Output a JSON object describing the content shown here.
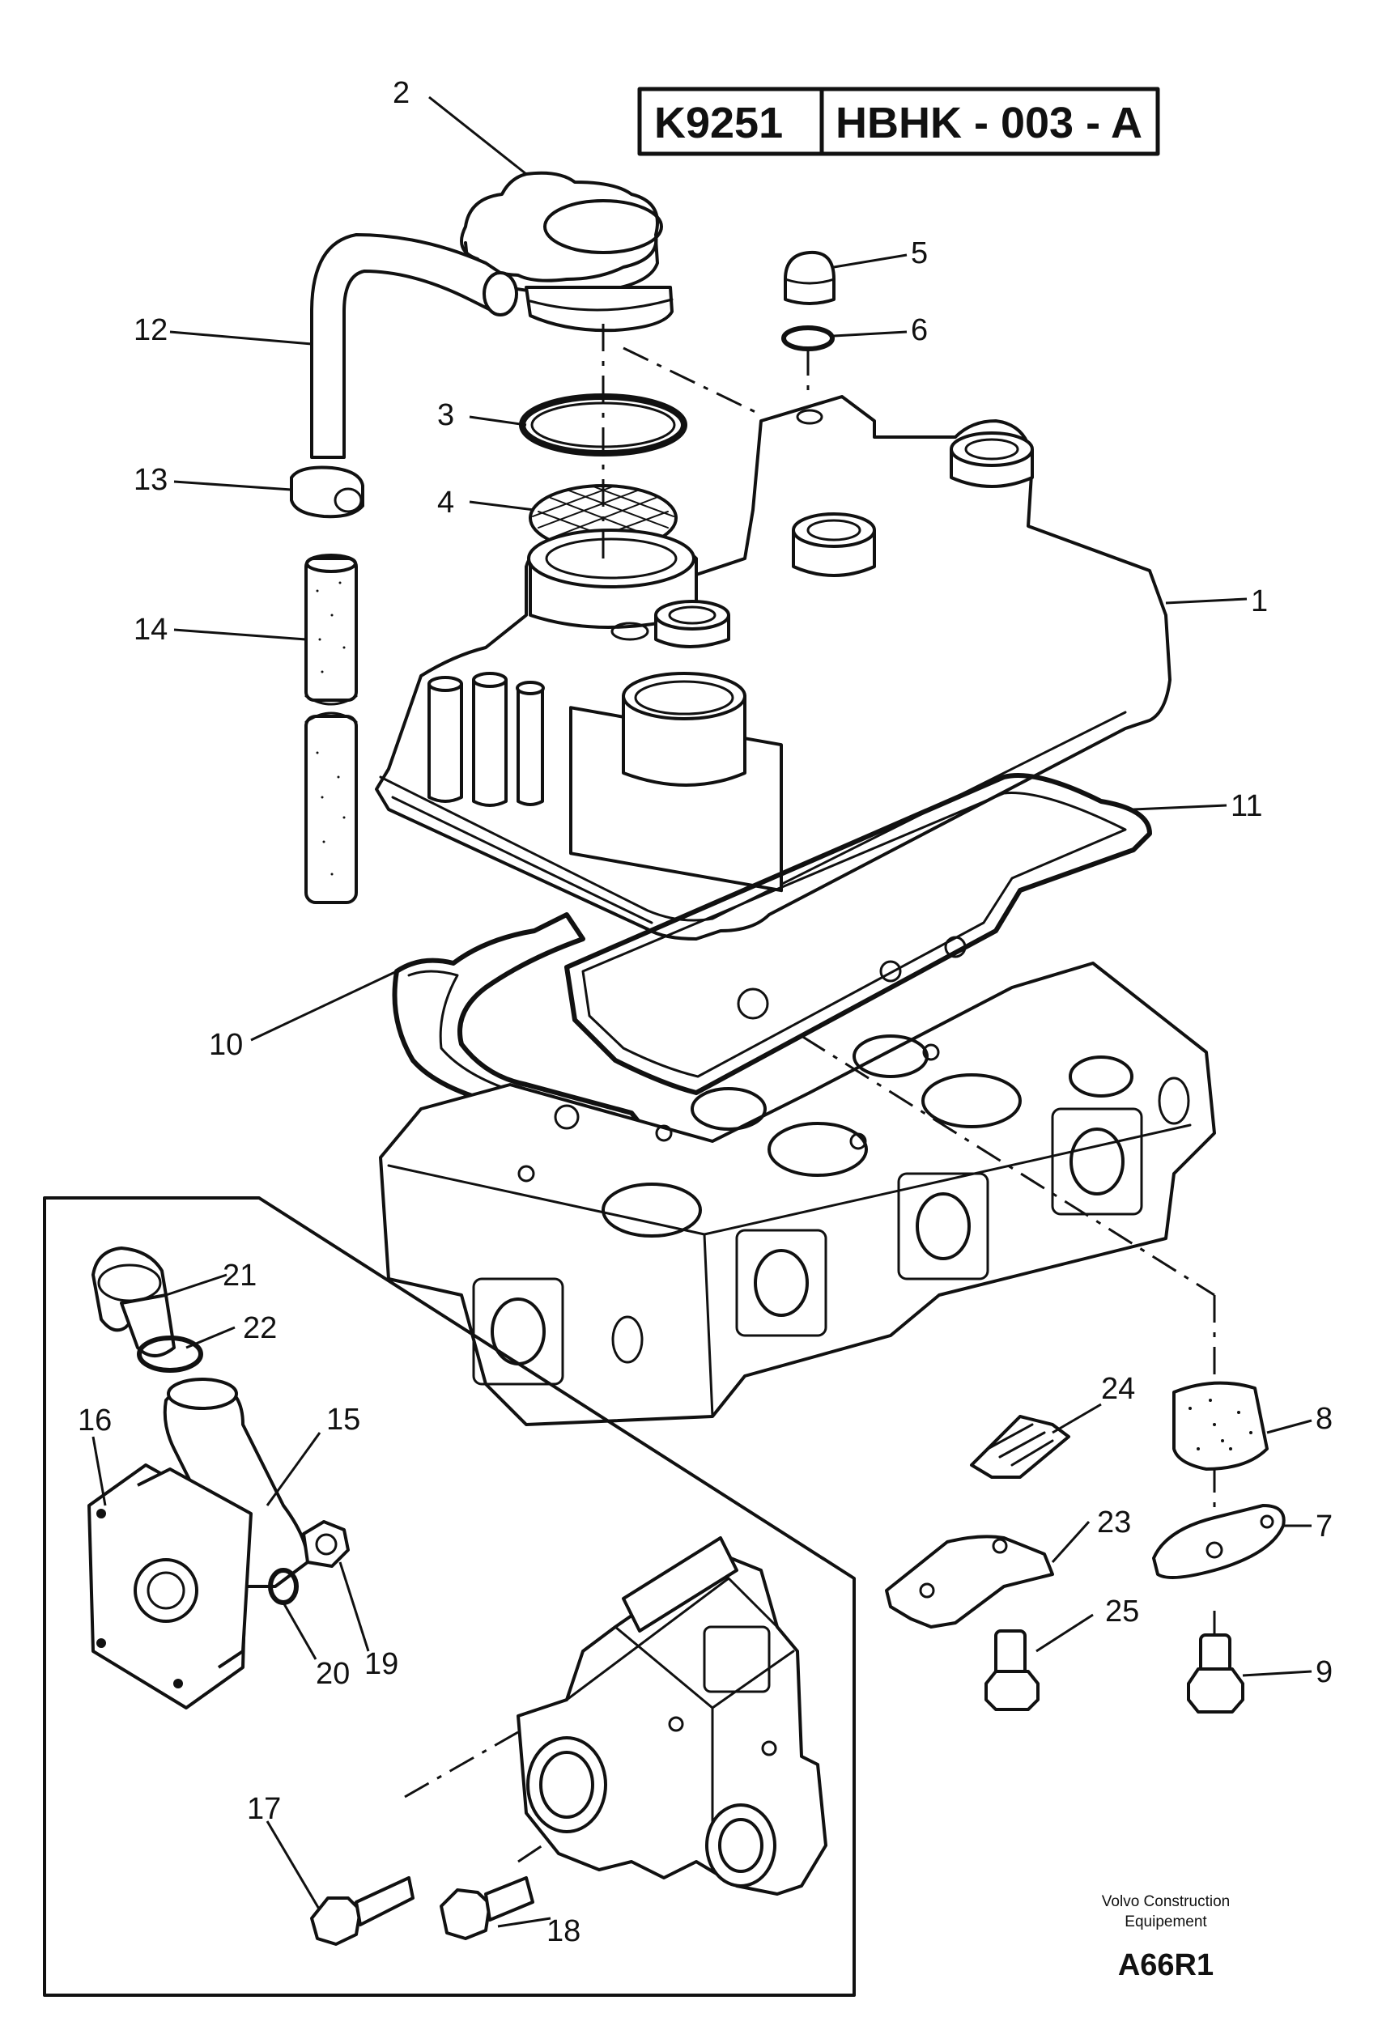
{
  "header": {
    "code_left": "K9251",
    "code_right": "HBHK - 003 - A"
  },
  "callouts": [
    {
      "id": "c1",
      "label": "1"
    },
    {
      "id": "c2",
      "label": "2"
    },
    {
      "id": "c3",
      "label": "3"
    },
    {
      "id": "c4",
      "label": "4"
    },
    {
      "id": "c5",
      "label": "5"
    },
    {
      "id": "c6",
      "label": "6"
    },
    {
      "id": "c7",
      "label": "7"
    },
    {
      "id": "c8",
      "label": "8"
    },
    {
      "id": "c9",
      "label": "9"
    },
    {
      "id": "c10",
      "label": "10"
    },
    {
      "id": "c11",
      "label": "11"
    },
    {
      "id": "c12",
      "label": "12"
    },
    {
      "id": "c13",
      "label": "13"
    },
    {
      "id": "c14",
      "label": "14"
    },
    {
      "id": "c15",
      "label": "15"
    },
    {
      "id": "c16",
      "label": "16"
    },
    {
      "id": "c17",
      "label": "17"
    },
    {
      "id": "c18",
      "label": "18"
    },
    {
      "id": "c19",
      "label": "19"
    },
    {
      "id": "c20",
      "label": "20"
    },
    {
      "id": "c21",
      "label": "21"
    },
    {
      "id": "c22",
      "label": "22"
    },
    {
      "id": "c23",
      "label": "23"
    },
    {
      "id": "c24",
      "label": "24"
    },
    {
      "id": "c25",
      "label": "25"
    }
  ],
  "footer": {
    "publisher_line1": "Volvo Construction",
    "publisher_line2": "Equipement",
    "figure_code": "A66R1"
  }
}
